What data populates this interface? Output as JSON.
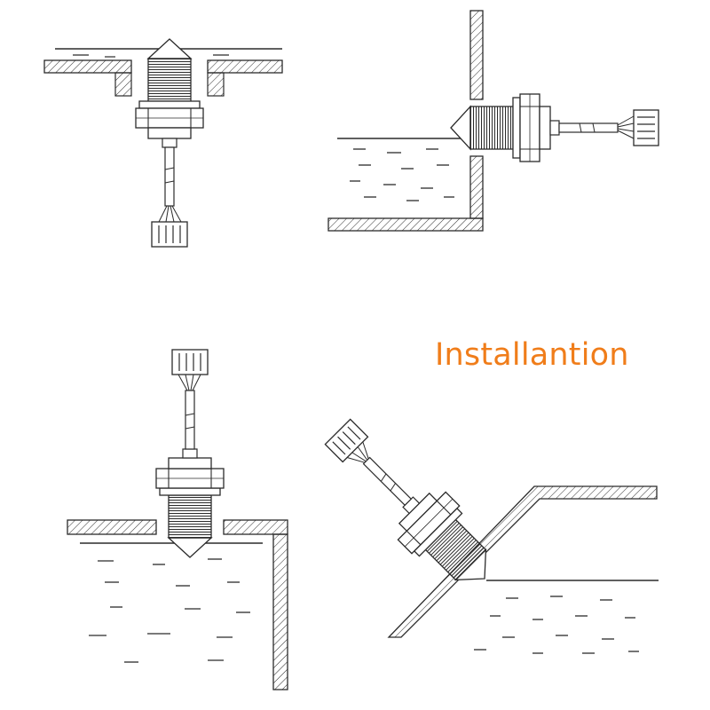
{
  "diagram": {
    "label": "Installantion",
    "label_color": "#f07d1a",
    "line_color": "#2b2b2b",
    "panels": [
      "top-mount-installation",
      "side-wall-installation",
      "top-mount-corner-installation",
      "angled-wall-installation"
    ]
  }
}
